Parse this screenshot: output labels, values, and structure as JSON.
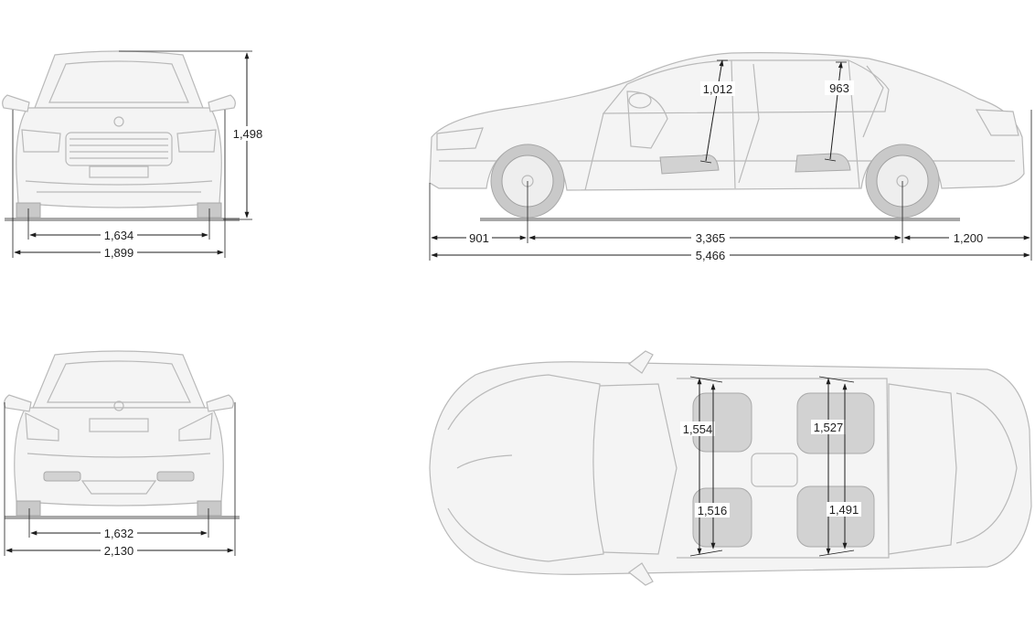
{
  "front_view": {
    "height": "1,498",
    "track": "1,634",
    "width": "1,899"
  },
  "side_view": {
    "front_headroom": "1,012",
    "rear_headroom": "963",
    "front_overhang": "901",
    "wheelbase": "3,365",
    "rear_overhang": "1,200",
    "length": "5,466"
  },
  "rear_view": {
    "track": "1,632",
    "width_incl_mirrors": "2,130"
  },
  "top_view": {
    "front_shoulder_room": "1,554",
    "front_elbow_room": "1,516",
    "rear_shoulder_room": "1,527",
    "rear_elbow_room": "1,491"
  },
  "colors": {
    "car_outline": "#b9b9b9",
    "dimension_lines": "#1e1e1e",
    "ground": "#a8a8a8"
  }
}
